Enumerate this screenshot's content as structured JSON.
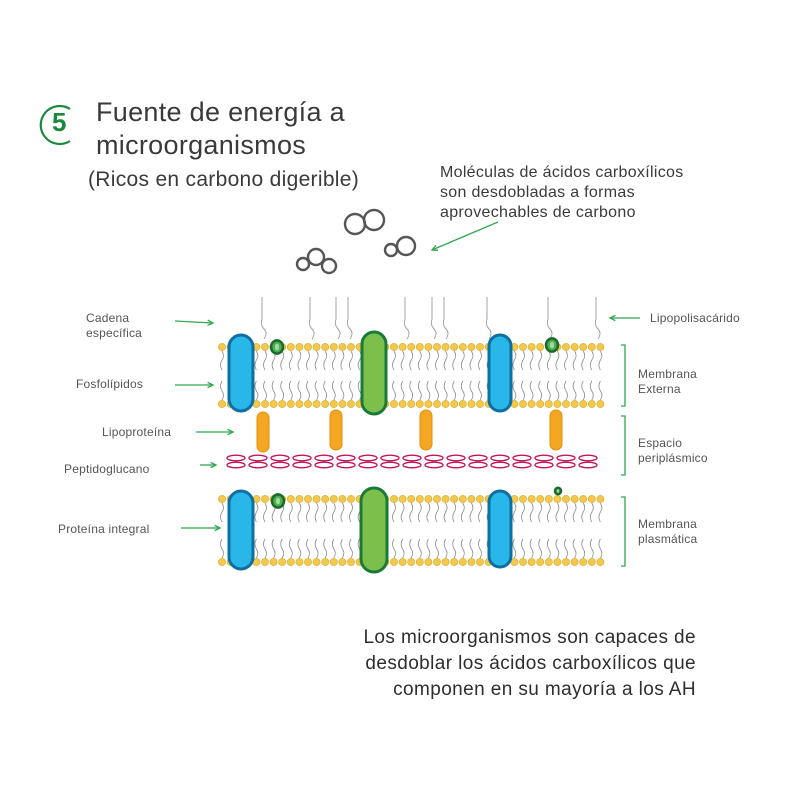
{
  "step": {
    "number": "5"
  },
  "title": {
    "line1": "Fuente de energía a",
    "line2": "microorganismos"
  },
  "subtitle": "(Ricos en carbono digerible)",
  "callout": {
    "line1": "Moléculas de ácidos carboxílicos",
    "line2": "son desdobladas a formas",
    "line3": "aprovechables de carbono"
  },
  "labels_left": {
    "cadena_1": "Cadena",
    "cadena_2": "específica",
    "fosfolipidos": "Fosfolípidos",
    "lipoproteina": "Lipoproteína",
    "peptidoglucano": "Peptidoglucano",
    "proteina": "Proteína integral"
  },
  "labels_right": {
    "lipopolisacarido": "Lipopolisacárido",
    "membrana_externa_1": "Membrana",
    "membrana_externa_2": "Externa",
    "espacio_1": "Espacio",
    "espacio_2": "periplásmico",
    "membrana_plasmatica_1": "Membrana",
    "membrana_plasmatica_2": "plasmática"
  },
  "caption": {
    "line1": "Los microorganismos son capaces de",
    "line2": "desdoblar los ácidos carboxílicos que",
    "line3": "componen en su mayoría a los AH"
  },
  "colors": {
    "accent_green": "#1a8a3a",
    "arrow_green": "#2fa84f",
    "lipid_head": "#f2c94c",
    "protein_blue": "#29b6e8",
    "protein_green": "#7cc04b",
    "lipoprotein": "#f5a623",
    "peptidoglycan": "#c2185b"
  },
  "icons": [
    "step-circle-icon",
    "arrow-icon",
    "molecule-icon"
  ]
}
